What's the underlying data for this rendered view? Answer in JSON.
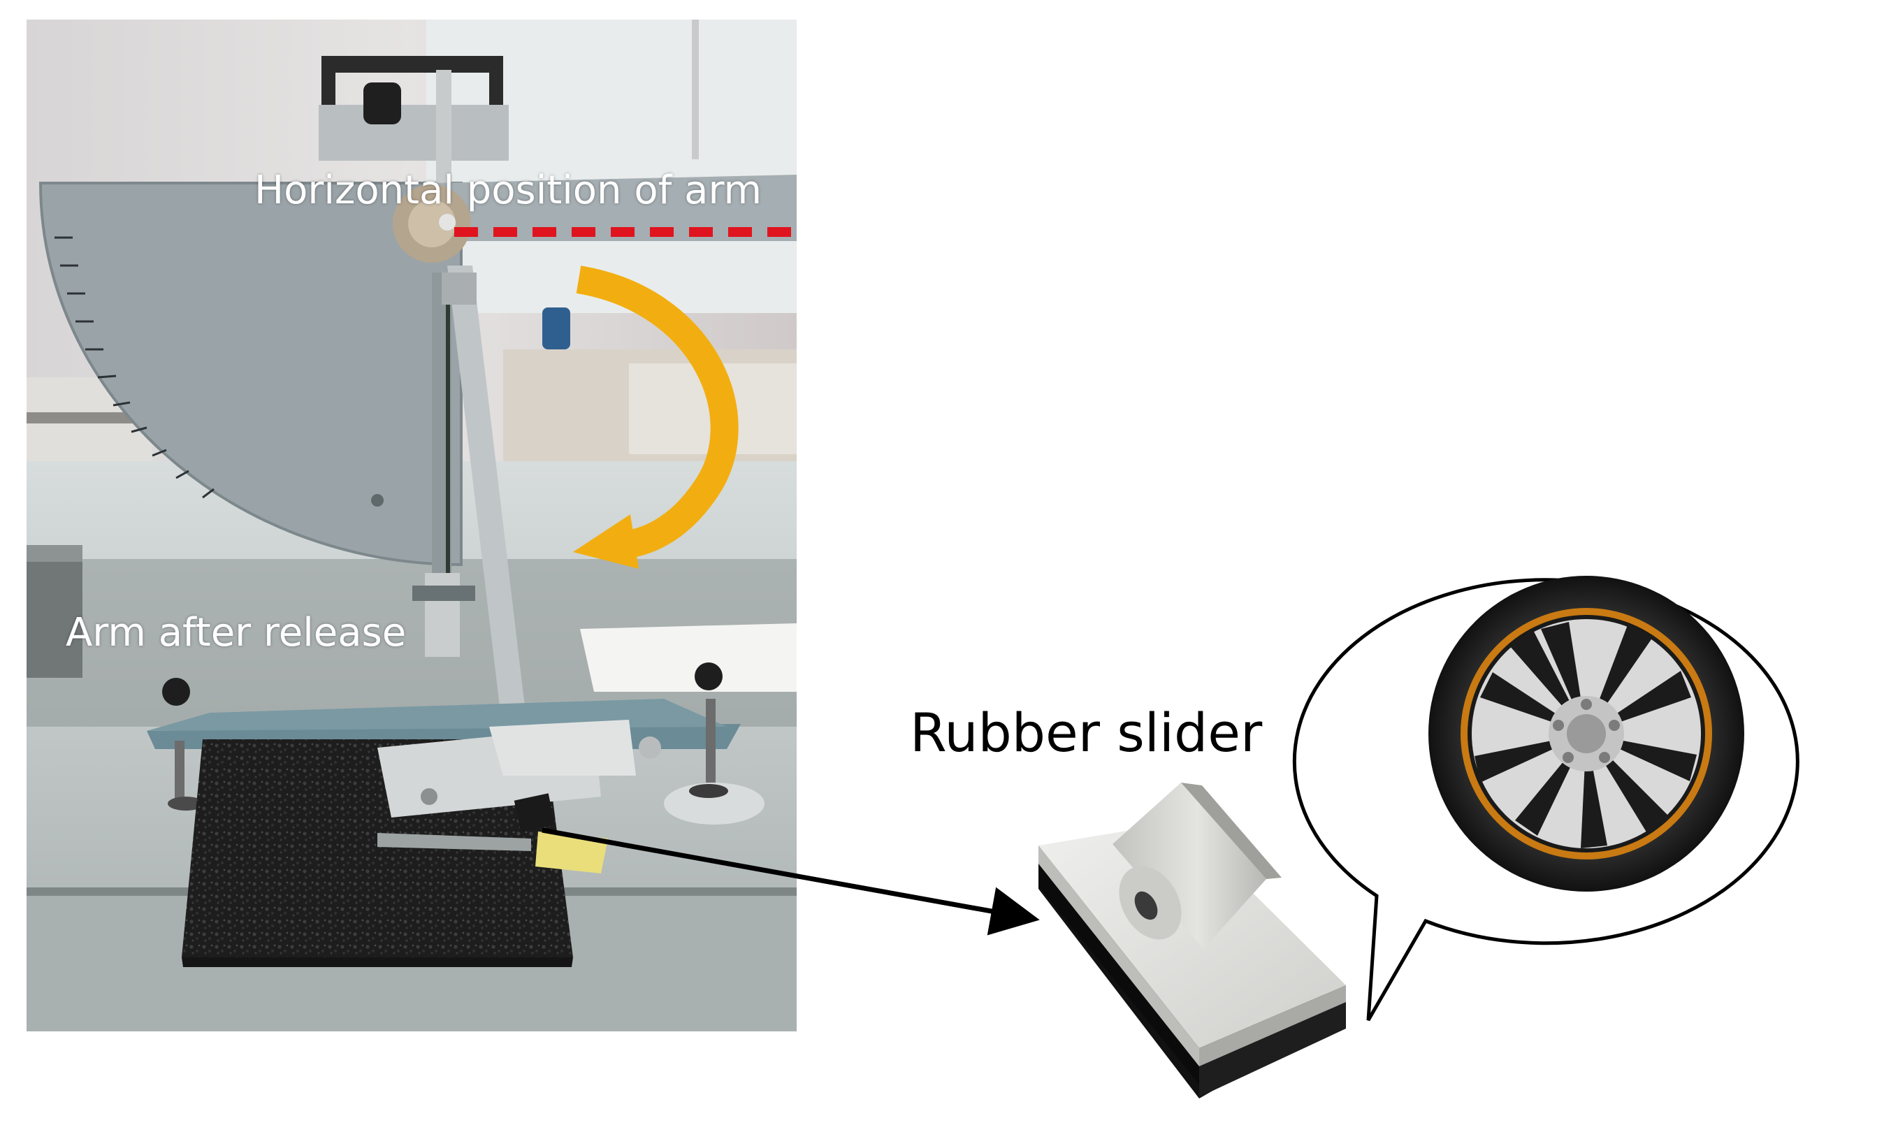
{
  "labels": {
    "horizontal_position": "Horizontal position of arm",
    "arm_after_release": "Arm after release",
    "rubber_slider": "Rubber slider"
  },
  "colors": {
    "dashed_line": "#e0141e",
    "swing_arrow": "#f2ae10",
    "tire_rim_accent": "#c97a12",
    "callout_outline": "#000000"
  },
  "icons": {
    "photo": "pendulum-skid-tester-photo",
    "slider": "rubber-slider-illustration",
    "tire": "tire-wheel-icon"
  }
}
